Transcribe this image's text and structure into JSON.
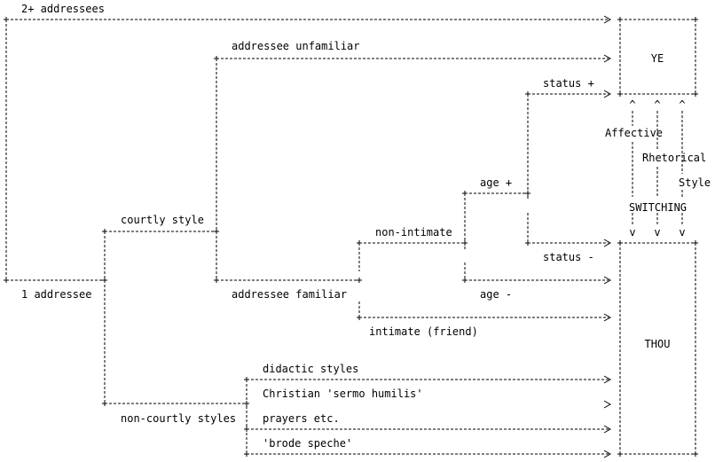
{
  "diagram": {
    "labels": {
      "two_addressees": "2+ addressees",
      "one_addressee": "1 addressee",
      "addressee_unfamiliar": "addressee unfamiliar",
      "addressee_familiar": "addressee familiar",
      "courtly_style": "courtly style",
      "non_courtly_styles": "non-courtly styles",
      "non_intimate": "non-intimate",
      "intimate": "intimate (friend)",
      "age_plus": "age +",
      "age_minus": "age -",
      "status_plus": "status +",
      "status_minus": "status -",
      "didactic": "didactic styles",
      "sermo": "Christian 'sermo humilis'",
      "prayers": "prayers etc.",
      "brode": "'brode speche'",
      "ye": "YE",
      "thou": "THOU",
      "affective": "Affective",
      "rhetorical": "Rhetorical",
      "style": "Style",
      "switching": "SWITCHING",
      "caret": "^",
      "v": "v"
    }
  }
}
